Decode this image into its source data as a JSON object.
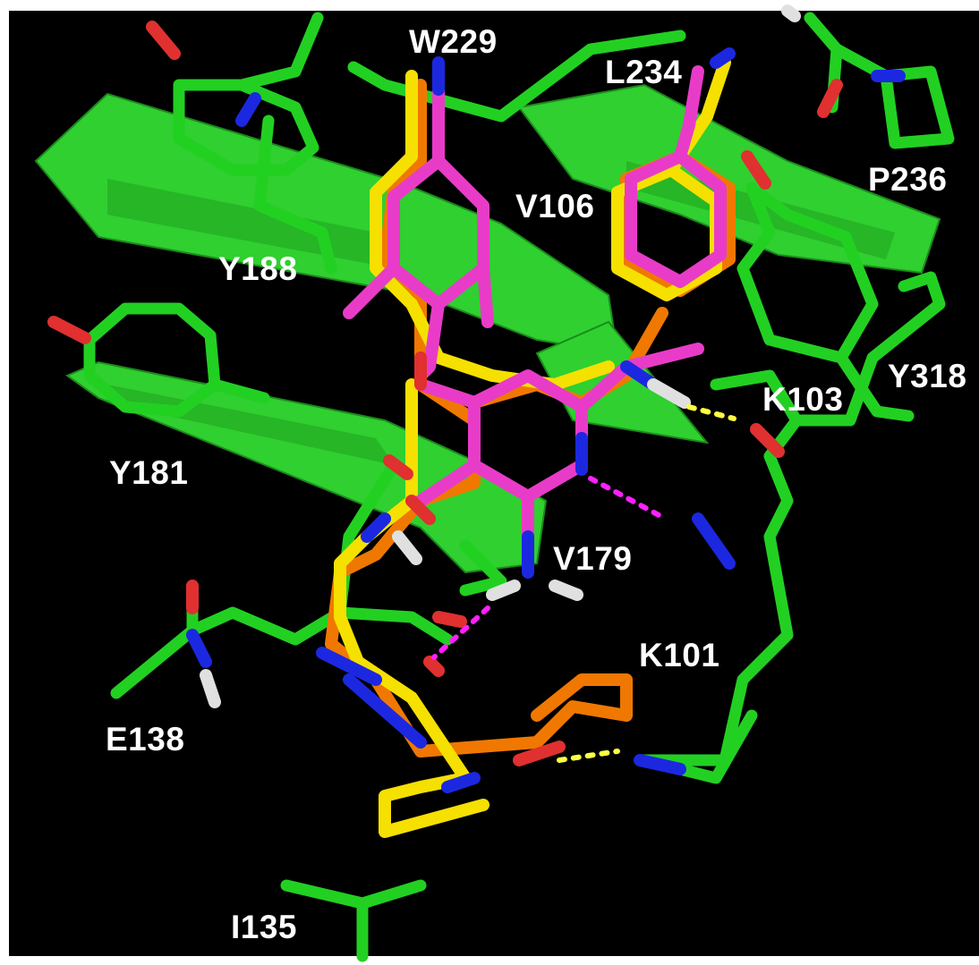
{
  "scene": {
    "background_color": "#000000",
    "frame_color": "#ffffff",
    "colors": {
      "protein_carbon": "#22d022",
      "ligand_magenta": "#e83cc8",
      "ligand_orange": "#f07800",
      "ligand_yellow": "#f5e000",
      "nitrogen": "#1c28e0",
      "oxygen": "#e03030",
      "hydrogen": "#e0e0e0",
      "hbond_magenta": "#ff20ff",
      "hbond_yellow": "#ffff40"
    }
  },
  "residue_labels": [
    {
      "id": "W229",
      "text": "W229"
    },
    {
      "id": "L234",
      "text": "L234"
    },
    {
      "id": "P236",
      "text": "P236"
    },
    {
      "id": "V106",
      "text": "V106"
    },
    {
      "id": "Y188",
      "text": "Y188"
    },
    {
      "id": "Y318",
      "text": "Y318"
    },
    {
      "id": "K103",
      "text": "K103"
    },
    {
      "id": "Y181",
      "text": "Y181"
    },
    {
      "id": "V179",
      "text": "V179"
    },
    {
      "id": "K101",
      "text": "K101"
    },
    {
      "id": "E138",
      "text": "E138"
    },
    {
      "id": "I135",
      "text": "I135"
    }
  ]
}
